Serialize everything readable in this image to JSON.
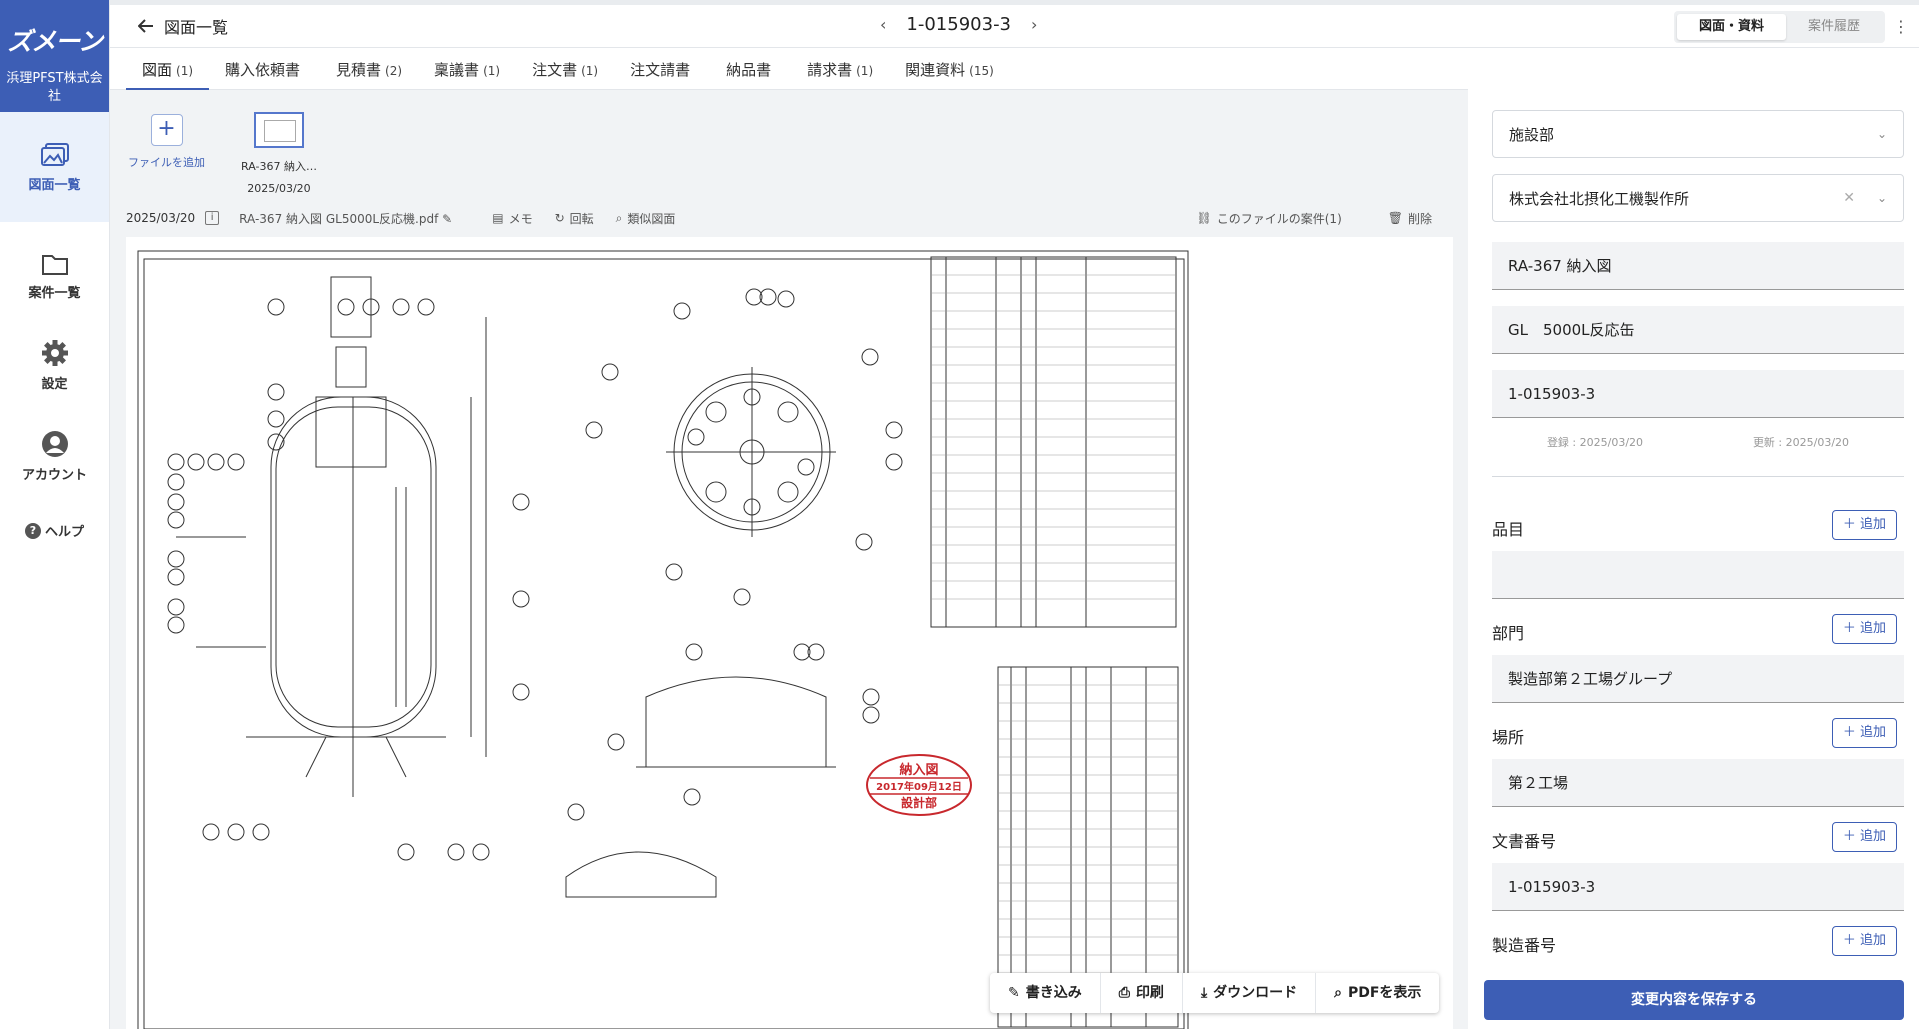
{
  "brand": {
    "logo": "ズメーン",
    "company": "浜理PFST株式会社"
  },
  "nav": [
    {
      "label": "図面一覧",
      "icon": "images-icon"
    },
    {
      "label": "案件一覧",
      "icon": "folder-icon"
    },
    {
      "label": "設定",
      "icon": "gear-icon"
    },
    {
      "label": "アカウント",
      "icon": "user-icon"
    },
    {
      "label": "ヘルプ",
      "icon": "help-icon"
    }
  ],
  "header": {
    "back_label": "図面一覧",
    "doc_number": "1-015903-3",
    "segments": [
      "図面・資料",
      "案件履歴"
    ]
  },
  "tabs": [
    {
      "label": "図面",
      "count": "(1)"
    },
    {
      "label": "購入依頼書",
      "count": ""
    },
    {
      "label": "見積書",
      "count": "(2)"
    },
    {
      "label": "稟議書",
      "count": "(1)"
    },
    {
      "label": "注文書",
      "count": "(1)"
    },
    {
      "label": "注文請書",
      "count": ""
    },
    {
      "label": "納品書",
      "count": ""
    },
    {
      "label": "請求書",
      "count": "(1)"
    },
    {
      "label": "関連資料",
      "count": "(15)"
    }
  ],
  "files": {
    "add_label": "ファイルを追加",
    "thumb_name": "RA-367 納入…",
    "thumb_date": "2025/03/20"
  },
  "file_bar": {
    "date": "2025/03/20",
    "filename": "RA-367 納入図 GL5000L反応機.pdf",
    "memo": "メモ",
    "rotate": "回転",
    "similar": "類似図面",
    "cases": "このファイルの案件(1)",
    "delete": "削除"
  },
  "drawing": {
    "stamp_title": "納入図",
    "stamp_date": "2017年09月12日",
    "stamp_dept": "設計部"
  },
  "toolbar": [
    "書き込み",
    "印刷",
    "ダウンロード",
    "PDFを表示"
  ],
  "panel": {
    "facility": "施設部",
    "supplier": "株式会社北摂化工機製作所",
    "doc_title": "RA-367 納入図",
    "product_name": "GL　5000L反応缶",
    "drawing_number": "1-015903-3",
    "registered": "登録 : 2025/03/20",
    "updated": "更新 : 2025/03/20",
    "item_label": "品目",
    "item_value": "",
    "dept_label": "部門",
    "dept_value": "製造部第２工場グループ",
    "place_label": "場所",
    "place_value": "第２工場",
    "docno_label": "文書番号",
    "docno_value": "1-015903-3",
    "mfgno_label": "製造番号",
    "add_label": "追加",
    "save_label": "変更内容を保存する"
  },
  "colors": {
    "accent": "#3d5eb5",
    "stamp": "#c8282d"
  }
}
